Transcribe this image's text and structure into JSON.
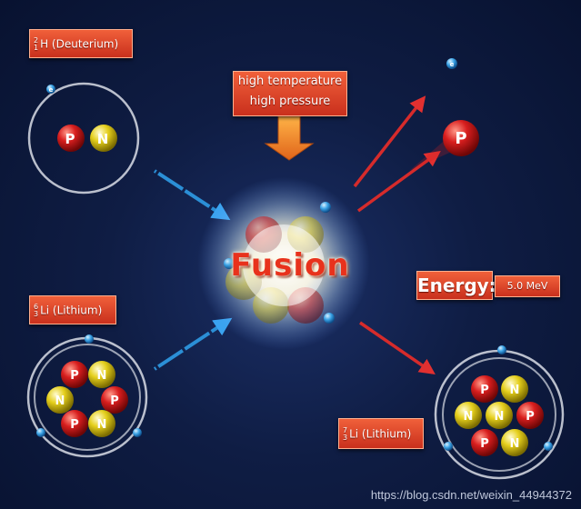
{
  "labels": {
    "deuterium": {
      "mass": "2",
      "z": "1",
      "text": "H (Deuterium)"
    },
    "lithium6": {
      "mass": "6",
      "z": "3",
      "text": "Li (Lithium)"
    },
    "lithium7": {
      "mass": "7",
      "z": "3",
      "text": "Li (Lithium)"
    }
  },
  "conditions": {
    "line1": "high temperature",
    "line2": "high pressure"
  },
  "center_title": "Fusion",
  "energy": {
    "label": "Energy:",
    "value": "5.0 MeV"
  },
  "particles": {
    "proton": "P",
    "neutron": "N",
    "electron": "e"
  },
  "colors": {
    "arrow_in": "#2b8fd6",
    "arrow_out": "#d62b2b",
    "label_bg": "#e2472a",
    "proton": "#d11f1f",
    "neutron": "#e8d320",
    "electron": "#3aa3e6"
  },
  "watermark": "https://blog.csdn.net/weixin_44944372"
}
